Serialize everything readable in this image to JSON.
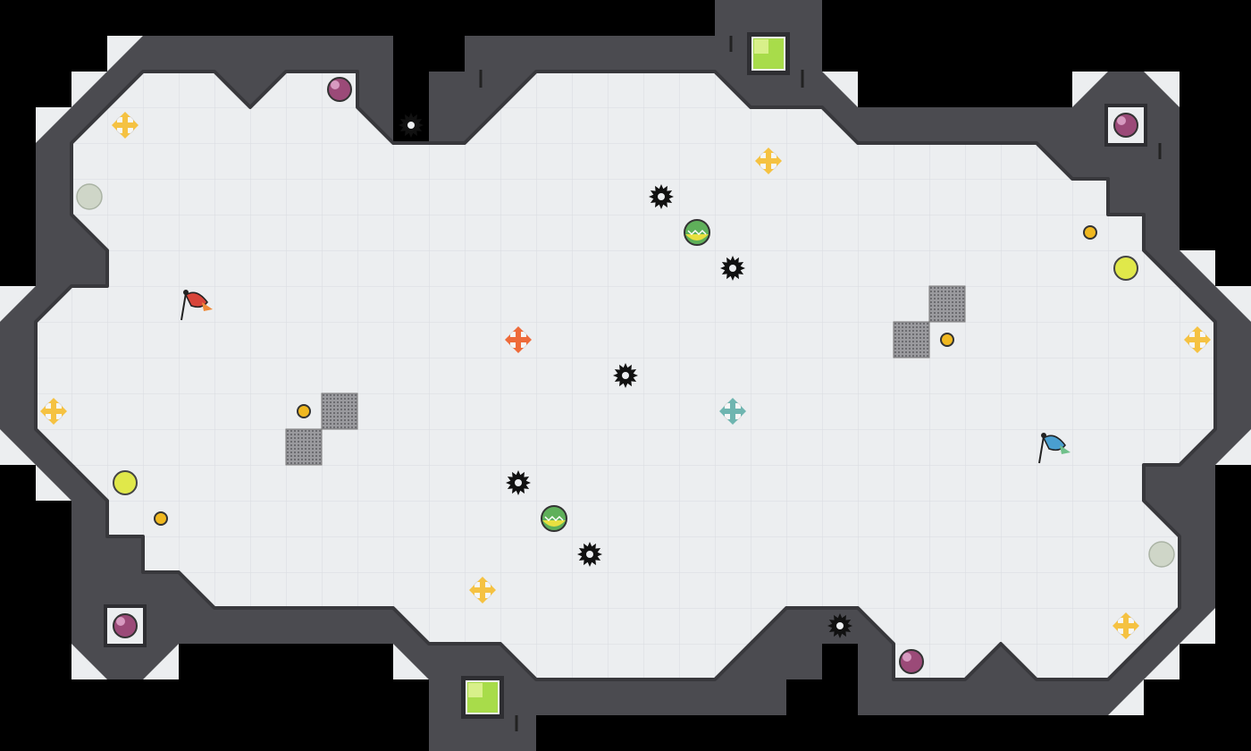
{
  "game": {
    "colors": {
      "background": "#000000",
      "wall": "#4b4b50",
      "wall_edge": "#3a3a3e",
      "floor": "#eceef0",
      "grid_line": "#d8dbdf",
      "shade": "#e6e7e9",
      "grate": "#8a8a8e",
      "red_team": "#d8453a",
      "blue_team": "#4a9fd0",
      "boost_yellow": "#f5c242",
      "boost_red": "#ee6b3a",
      "boost_teal": "#6fb5b0",
      "powerup": "#e0e84a",
      "bomb": "#9b4a78",
      "portal": "#a8dc4a",
      "spike": "#111111",
      "pickup": "#f0b820"
    },
    "flags": [
      {
        "team": "red"
      },
      {
        "team": "blue"
      }
    ],
    "spikes": [
      {
        "id": 1
      },
      {
        "id": 2
      },
      {
        "id": 3
      },
      {
        "id": 4
      },
      {
        "id": 5
      },
      {
        "id": 6
      },
      {
        "id": 7
      },
      {
        "id": 8
      },
      {
        "id": 9
      }
    ],
    "boosts": [
      {
        "team": "neutral"
      },
      {
        "team": "neutral"
      },
      {
        "team": "neutral"
      },
      {
        "team": "neutral"
      },
      {
        "team": "neutral"
      },
      {
        "team": "neutral"
      },
      {
        "team": "red"
      },
      {
        "team": "blue"
      }
    ],
    "bombs": [
      {
        "id": 1
      },
      {
        "id": 2
      },
      {
        "id": 3
      },
      {
        "id": 4
      }
    ],
    "portals": [
      {
        "id": 1
      },
      {
        "id": 2
      }
    ],
    "powerups": [
      {
        "state": "active"
      },
      {
        "state": "active"
      },
      {
        "state": "inactive"
      },
      {
        "state": "inactive"
      }
    ],
    "gates": [
      {
        "id": 1
      },
      {
        "id": 2
      }
    ],
    "pickups": [
      {
        "id": 1
      },
      {
        "id": 2
      },
      {
        "id": 3
      },
      {
        "id": 4
      }
    ],
    "grates": [
      {
        "id": 1
      },
      {
        "id": 2
      },
      {
        "id": 3
      },
      {
        "id": 4
      }
    ]
  }
}
